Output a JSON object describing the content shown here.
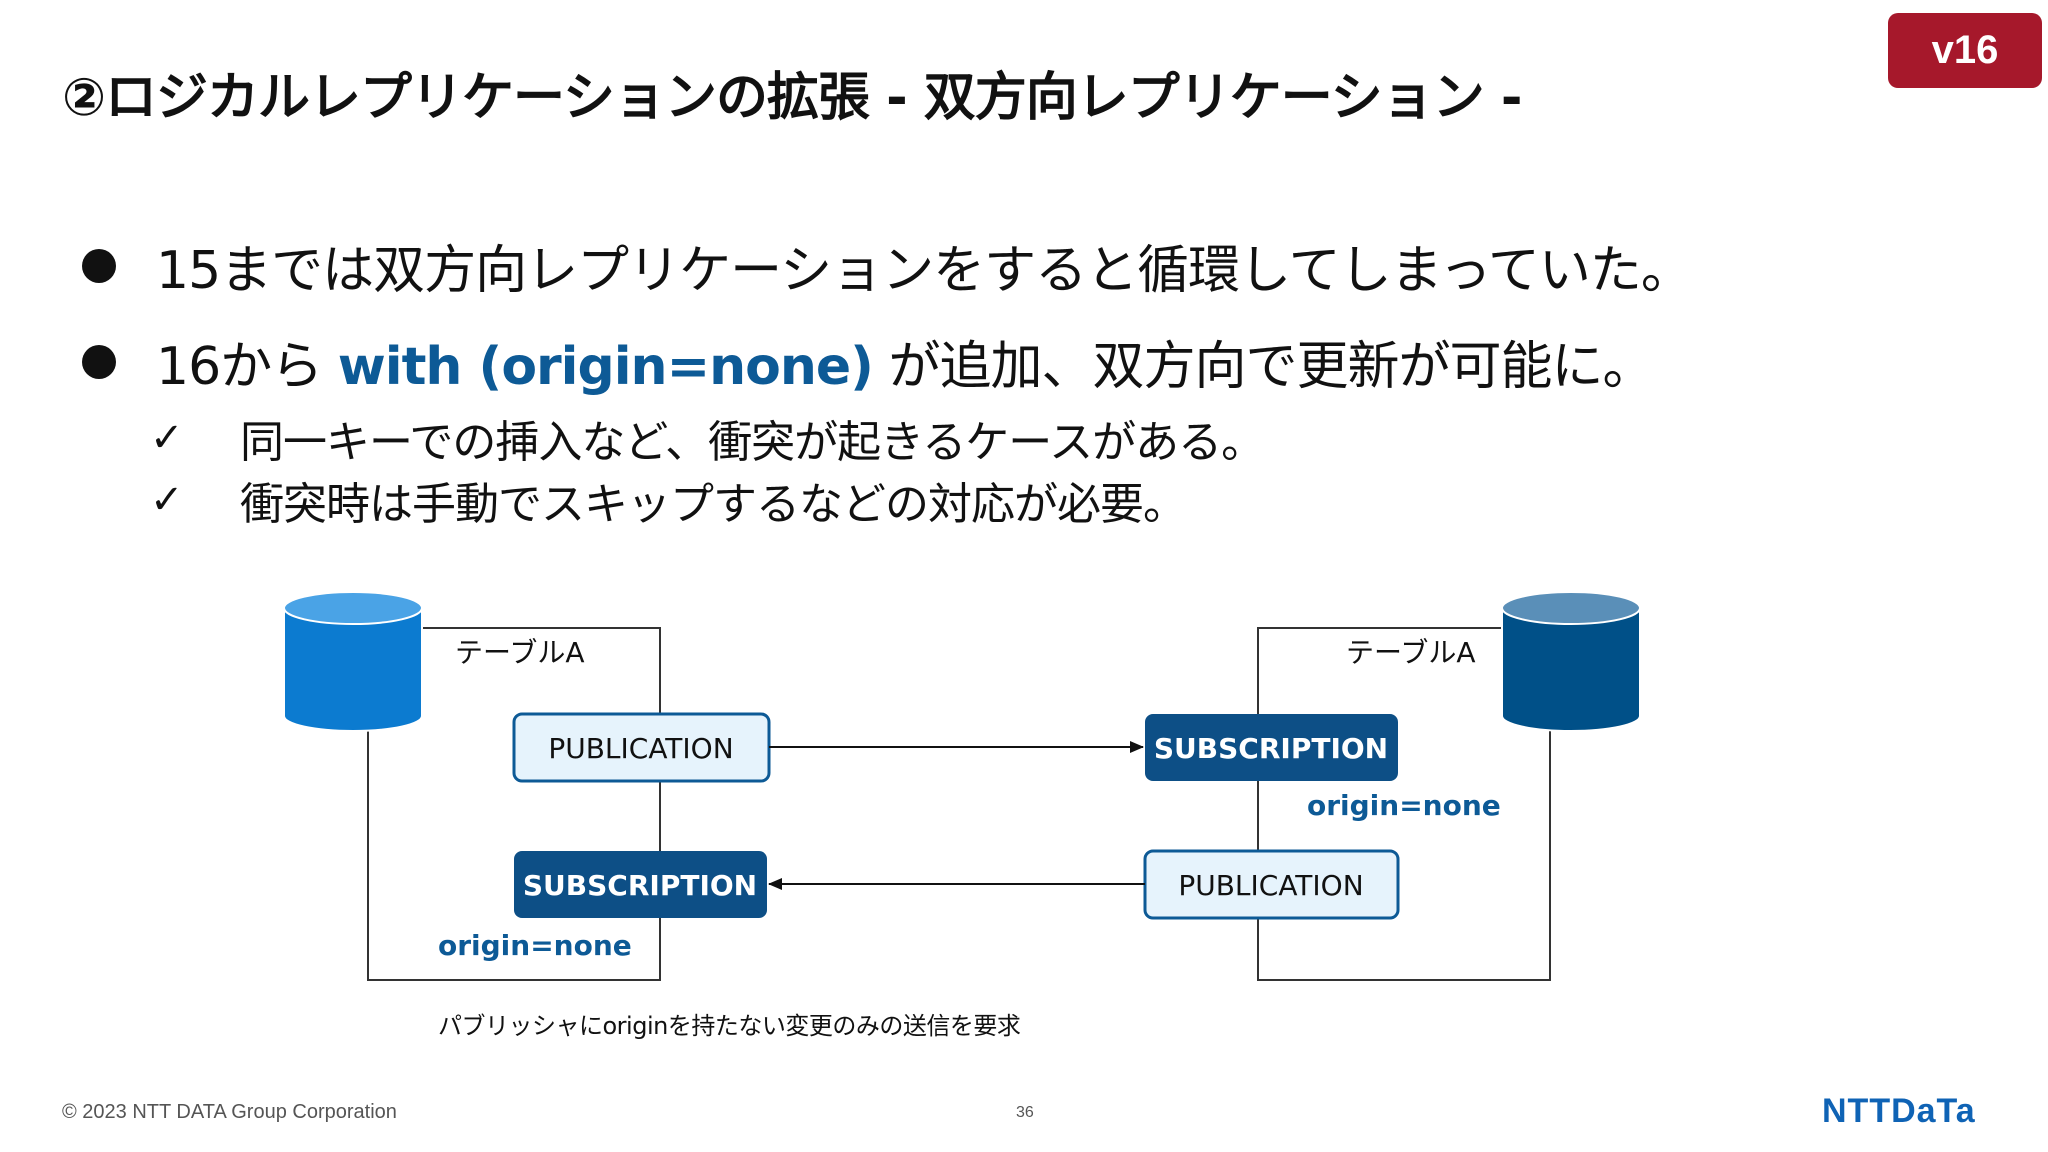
{
  "slide": {
    "title": "②ロジカルレプリケーションの拡張 - 双方向レプリケーション -",
    "badge": "v16",
    "bullets": [
      {
        "text": "15までは双方向レプリケーションをすると循環してしまっていた。"
      },
      {
        "prefix": "16から ",
        "highlight": "with (origin=none)",
        "suffix": " が追加、双方向で更新が可能に。"
      }
    ],
    "checks": [
      "同一キーでの挿入など、衝突が起きるケースがある。",
      "衝突時は手動でスキップするなどの対応が必要。"
    ],
    "check_mark": "✓"
  },
  "diagram": {
    "left": {
      "table_label": "テーブルA",
      "publication": "PUBLICATION",
      "subscription": "SUBSCRIPTION",
      "origin": "origin=none",
      "db_color": "#0c7bd0"
    },
    "right": {
      "table_label": "テーブルA",
      "subscription": "SUBSCRIPTION",
      "publication": "PUBLICATION",
      "origin": "origin=none",
      "db_color": "#005088"
    },
    "note": "パブリッシャにoriginを持たない変更のみの送信を要求",
    "colors": {
      "box_light": "#e6f3fc",
      "box_border": "#0d5a96",
      "box_dark": "#0d4f86",
      "origin_text": "#0d5a96"
    }
  },
  "footer": {
    "copyright": "© 2023 NTT DATA Group Corporation",
    "page_number": "36",
    "logo": "NTTDaTa"
  }
}
